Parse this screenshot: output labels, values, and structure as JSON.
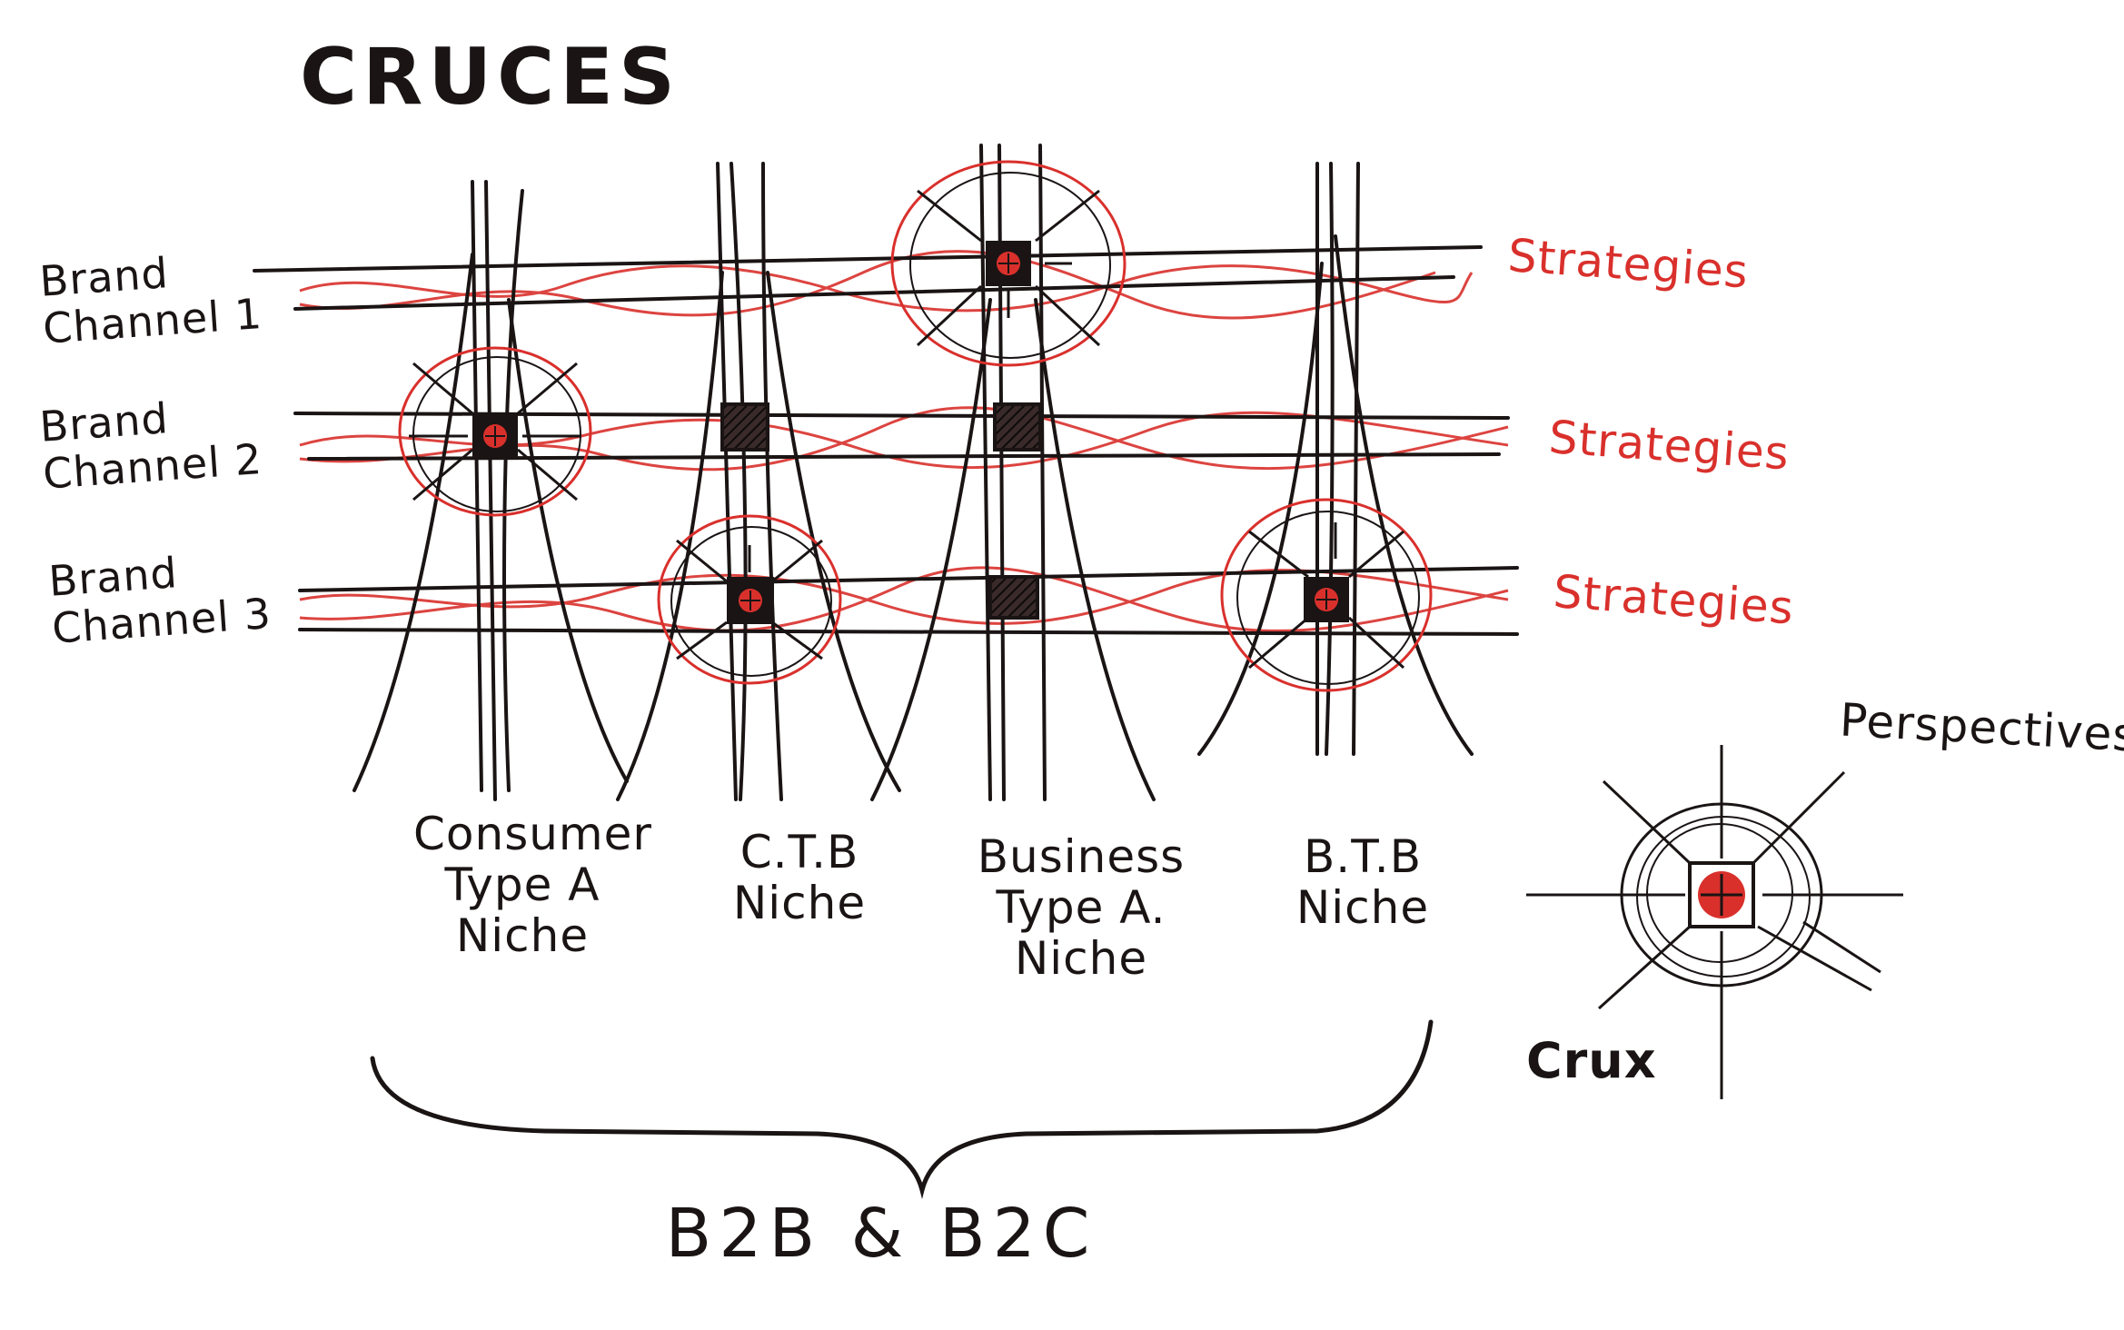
{
  "title": "CRUCES",
  "rows": [
    {
      "label_line1": "Brand",
      "label_line2": "Channel 1",
      "strategy": "Strategies"
    },
    {
      "label_line1": "Brand",
      "label_line2": "Channel 2",
      "strategy": "Strategies"
    },
    {
      "label_line1": "Brand",
      "label_line2": "Channel 3",
      "strategy": "Strategies"
    }
  ],
  "columns": [
    {
      "lines": [
        "Consumer",
        "Type A",
        "Niche"
      ]
    },
    {
      "lines": [
        "C.T.B",
        "Niche"
      ]
    },
    {
      "lines": [
        "Business",
        "Type A.",
        "Niche"
      ]
    },
    {
      "lines": [
        "B.T.B",
        "Niche"
      ]
    }
  ],
  "bottom_label": "B2B & B2C",
  "legend": {
    "perspectives_label": "Perspectives",
    "crux_label": "Crux"
  },
  "colors": {
    "ink": "#1a1414",
    "accent_red": "#d9302c"
  }
}
